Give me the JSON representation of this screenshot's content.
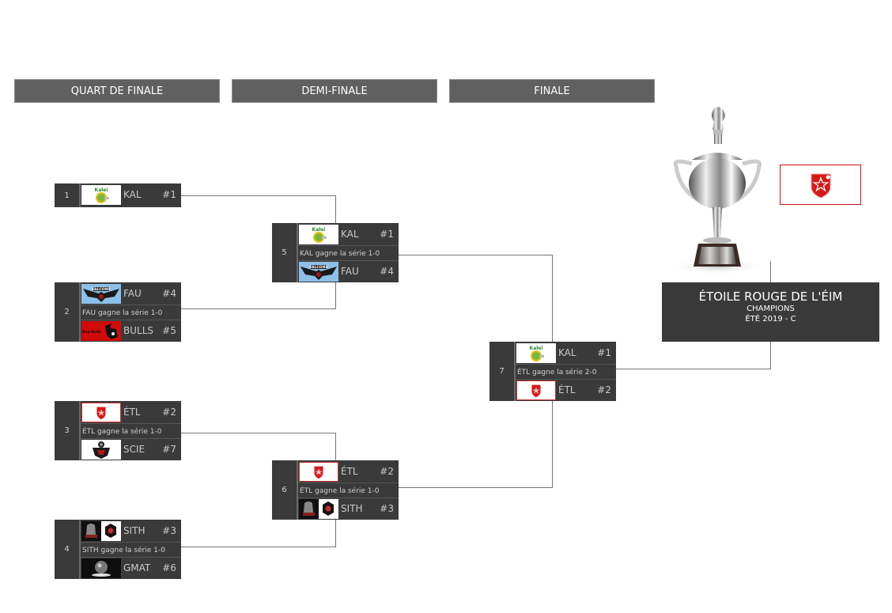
{
  "rounds": [
    {
      "label": "QUART DE FINALE"
    },
    {
      "label": "DEMI-FINALE"
    },
    {
      "label": "FINALE"
    }
  ],
  "matches": [
    {
      "number": "1",
      "top": {
        "team": "KAL",
        "seed": "#1",
        "logo": "kal-logo"
      }
    },
    {
      "number": "2",
      "top": {
        "team": "FAU",
        "seed": "#4",
        "logo": "falcons-logo"
      },
      "result": "FAU gagne la série 1-0",
      "bottom": {
        "team": "BULLS",
        "seed": "#5",
        "logo": "red-bulls-logo"
      }
    },
    {
      "number": "3",
      "top": {
        "team": "ÉTL",
        "seed": "#2",
        "logo": "etoile-rouge-logo"
      },
      "result": "ÉTL gagne la série 1-0",
      "bottom": {
        "team": "SCIE",
        "seed": "#7",
        "logo": "scie-logo"
      }
    },
    {
      "number": "4",
      "top": {
        "team": "SITH",
        "seed": "#3",
        "logo": "sith-logo"
      },
      "result": "SITH gagne la série 1-0",
      "bottom": {
        "team": "GMAT",
        "seed": "#6",
        "logo": "gmat-logo"
      }
    },
    {
      "number": "5",
      "top": {
        "team": "KAL",
        "seed": "#1",
        "logo": "kal-logo"
      },
      "result": "KAL gagne la série 1-0",
      "bottom": {
        "team": "FAU",
        "seed": "#4",
        "logo": "falcons-logo"
      }
    },
    {
      "number": "6",
      "top": {
        "team": "ÉTL",
        "seed": "#2",
        "logo": "etoile-rouge-logo"
      },
      "result": "ÉTL gagne la série 1-0",
      "bottom": {
        "team": "SITH",
        "seed": "#3",
        "logo": "sith-logo"
      }
    },
    {
      "number": "7",
      "top": {
        "team": "KAL",
        "seed": "#1",
        "logo": "kal-logo"
      },
      "result": "ÉTL gagne la série 2-0",
      "bottom": {
        "team": "ÉTL",
        "seed": "#2",
        "logo": "etoile-rouge-logo"
      }
    }
  ],
  "champion": {
    "name": "ÉTOILE ROUGE DE L'ÉIM",
    "subtitle": "CHAMPIONS",
    "season": "ÉTÉ 2019 - C",
    "logo": "etoile-rouge-logo",
    "trophy": "trophy-icon"
  },
  "colors": {
    "header_bg": "#606060",
    "match_bg": "#3a3a3a",
    "connector": "#777777",
    "etoile_red": "#d01010"
  }
}
